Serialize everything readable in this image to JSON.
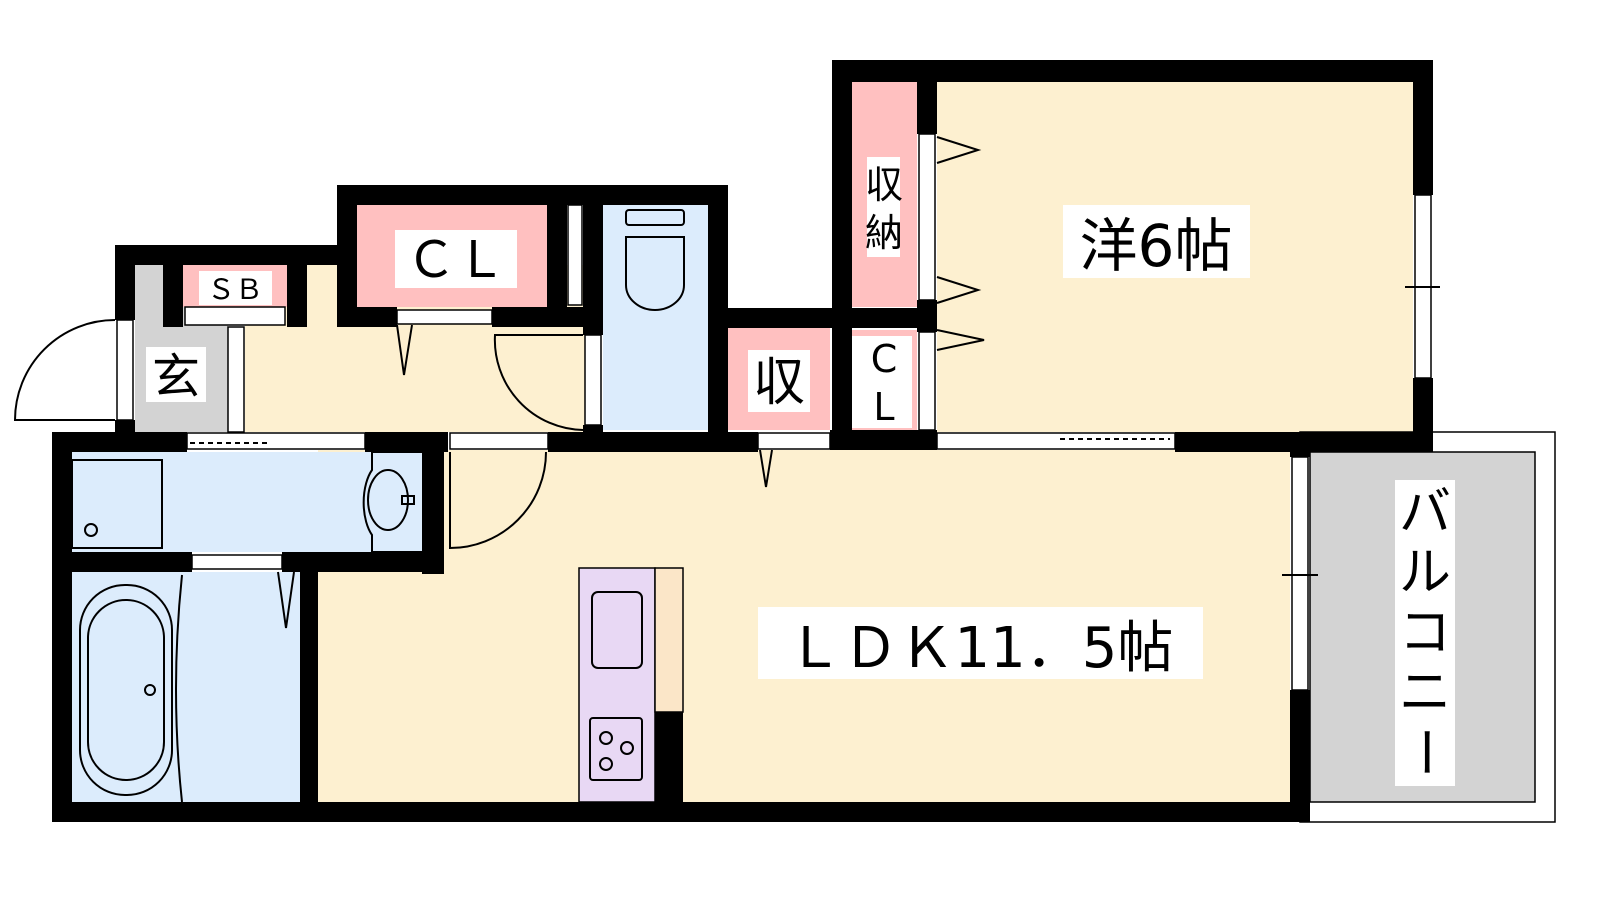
{
  "colors": {
    "wall": "#000000",
    "room": "#fdf0d0",
    "storage": "#ffc0c0",
    "wet_area": "#dcecfc",
    "entrance": "#d3d3d3",
    "kitchen": "#e8d8f4",
    "counter": "#fbe6c8"
  },
  "rooms": {
    "western_room": "洋6帖",
    "ldk": "ＬＤＫ11．5帖",
    "balcony": [
      "バ",
      "ル",
      "コ",
      "ニ",
      "ー"
    ],
    "storage_bedroom": [
      "収",
      "納"
    ],
    "closet_bedroom": [
      "C",
      "L"
    ],
    "storage_small": "収",
    "closet_hall": "ＣＬ",
    "shoe_box": "ＳＢ",
    "entrance": "玄"
  }
}
